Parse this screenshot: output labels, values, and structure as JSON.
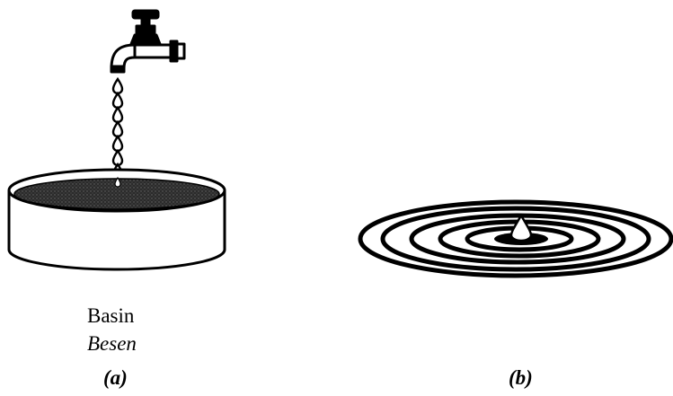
{
  "labels": {
    "basin_en": "Basin",
    "basin_ms": "Besen",
    "panel_a": "(a)",
    "panel_b": "(b)"
  },
  "colors": {
    "ink": "#000000",
    "paper": "#ffffff",
    "water_surface": "#3a3a3a"
  },
  "icons": {
    "tap": "water-tap-icon",
    "drops": "water-drop-icon",
    "ripples": "ripple-rings"
  },
  "counts": {
    "falling_drops": 7,
    "ripple_rings": 5
  }
}
